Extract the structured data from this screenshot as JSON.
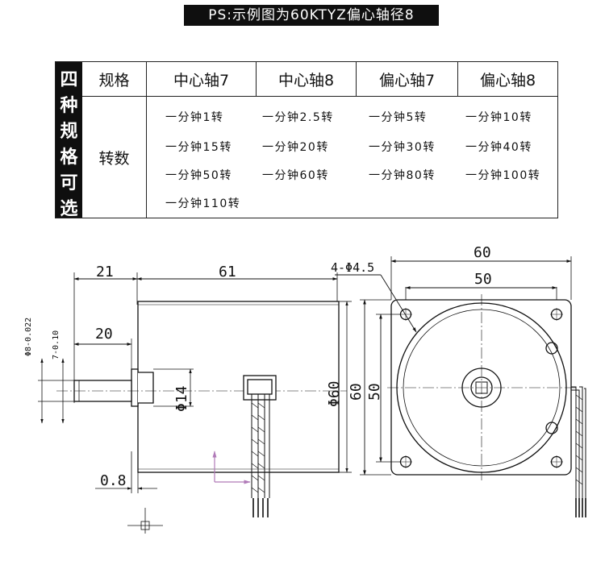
{
  "banner": "PS:示例图为60KTYZ偏心轴径8",
  "table": {
    "side_label": "四种规格可选",
    "side_chars": [
      "四",
      "种",
      "规",
      "格",
      "可",
      "选"
    ],
    "spec_label": "规格",
    "speed_label": "转数",
    "columns": [
      "中心轴7",
      "中心轴8",
      "偏心轴7",
      "偏心轴8"
    ],
    "speeds": [
      "一分钟1转",
      "一分钟2.5转",
      "一分钟5转",
      "一分钟10转",
      "一分钟15转",
      "一分钟20转",
      "一分钟30转",
      "一分钟40转",
      "一分钟50转",
      "一分钟60转",
      "一分钟80转",
      "一分钟100转",
      "一分钟110转"
    ]
  },
  "dims": {
    "d21": "21",
    "d61": "61",
    "d20": "20",
    "d08": "0.8",
    "shaft_dia": "Φ8-0.022",
    "flat": "7-0.10",
    "boss_dia": "Φ14",
    "body_dia": "Φ60",
    "d60_top": "60",
    "d50_top": "50",
    "d60_left": "60",
    "d50_left": "50",
    "holes": "4-Φ4.5"
  }
}
